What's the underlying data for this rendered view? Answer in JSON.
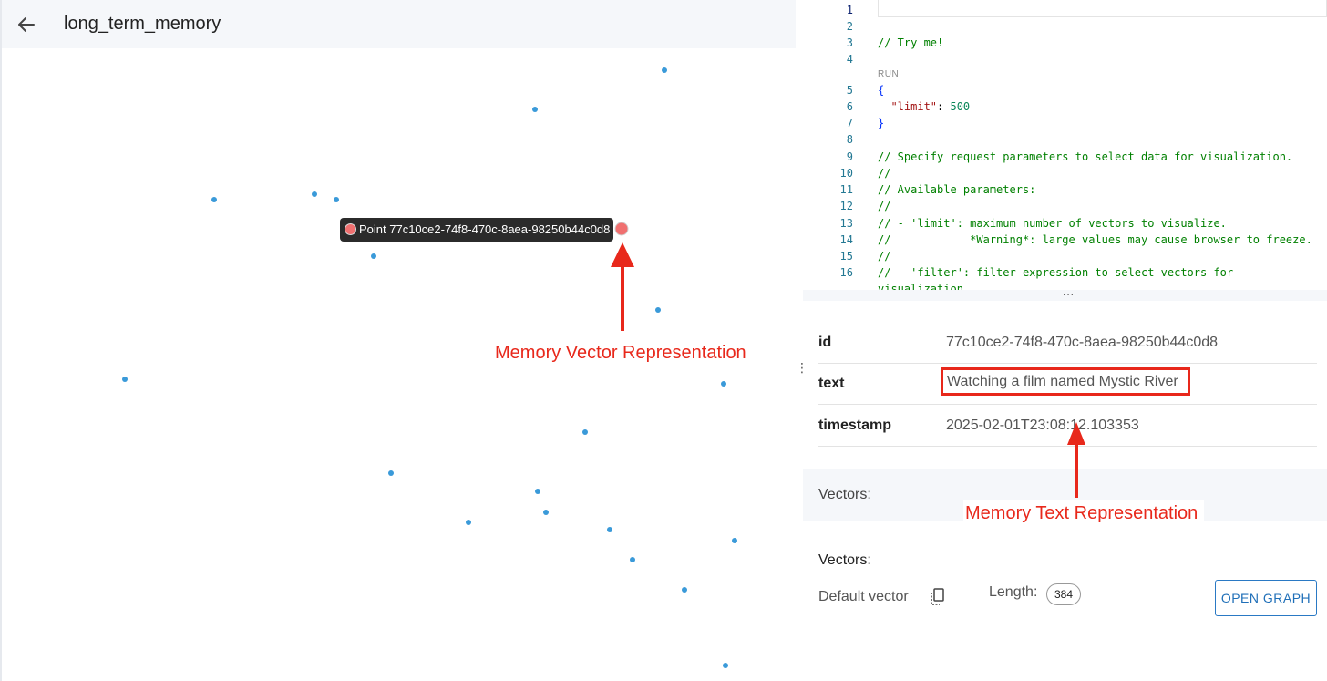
{
  "header": {
    "back_icon": "arrow-left-icon",
    "title": "long_term_memory"
  },
  "plot": {
    "point_color": "#3a9ad9",
    "highlight_color": "#f07070",
    "tooltip": "Point 77c10ce2-74f8-470c-8aea-98250b44c0d8"
  },
  "editor": {
    "run_label": "RUN",
    "lines": [
      {
        "n": "1",
        "text": "",
        "cls": "plain"
      },
      {
        "n": "2",
        "text": "",
        "cls": "plain"
      },
      {
        "n": "3",
        "text": "// Try me!",
        "cls": "cmt"
      },
      {
        "n": "4",
        "text": "",
        "cls": "plain"
      },
      {
        "n": "5",
        "text": "{",
        "cls": "brace"
      },
      {
        "n": "6",
        "text": "",
        "cls": "plain"
      },
      {
        "n": "7",
        "text": "}",
        "cls": "brace"
      },
      {
        "n": "8",
        "text": "",
        "cls": "plain"
      },
      {
        "n": "9",
        "text": "// Specify request parameters to select data for visualization.",
        "cls": "cmt"
      },
      {
        "n": "10",
        "text": "//",
        "cls": "cmt"
      },
      {
        "n": "11",
        "text": "// Available parameters:",
        "cls": "cmt"
      },
      {
        "n": "12",
        "text": "//",
        "cls": "cmt"
      },
      {
        "n": "13",
        "text": "// - 'limit': maximum number of vectors to visualize.",
        "cls": "cmt"
      },
      {
        "n": "14",
        "text": "//            *Warning*: large values may cause browser to freeze.",
        "cls": "cmt"
      },
      {
        "n": "15",
        "text": "//",
        "cls": "cmt"
      },
      {
        "n": "16",
        "text": "// - 'filter': filter expression to select vectors for",
        "cls": "cmt"
      },
      {
        "n": "",
        "text": "visualization.",
        "cls": "cmt"
      }
    ],
    "limit_key": "\"limit\"",
    "limit_colon": ": ",
    "limit_value": "500",
    "split_dots": "..."
  },
  "payload": {
    "rows": [
      {
        "key": "id",
        "value": "77c10ce2-74f8-470c-8aea-98250b44c0d8"
      },
      {
        "key": "text",
        "value": "Watching a film named Mystic River"
      },
      {
        "key": "timestamp",
        "value": "2025-02-01T23:08:12.103353"
      }
    ]
  },
  "vectors": {
    "band_label": "Vectors:",
    "heading": "Vectors:",
    "default_vector_label": "Default vector",
    "copy_icon": "copy-icon",
    "length_label": "Length:",
    "length_value": "384",
    "open_graph_label": "OPEN GRAPH"
  },
  "annotations": {
    "vector_label": "Memory Vector Representation",
    "text_label": "Memory Text Representation",
    "color": "#e8281b"
  }
}
